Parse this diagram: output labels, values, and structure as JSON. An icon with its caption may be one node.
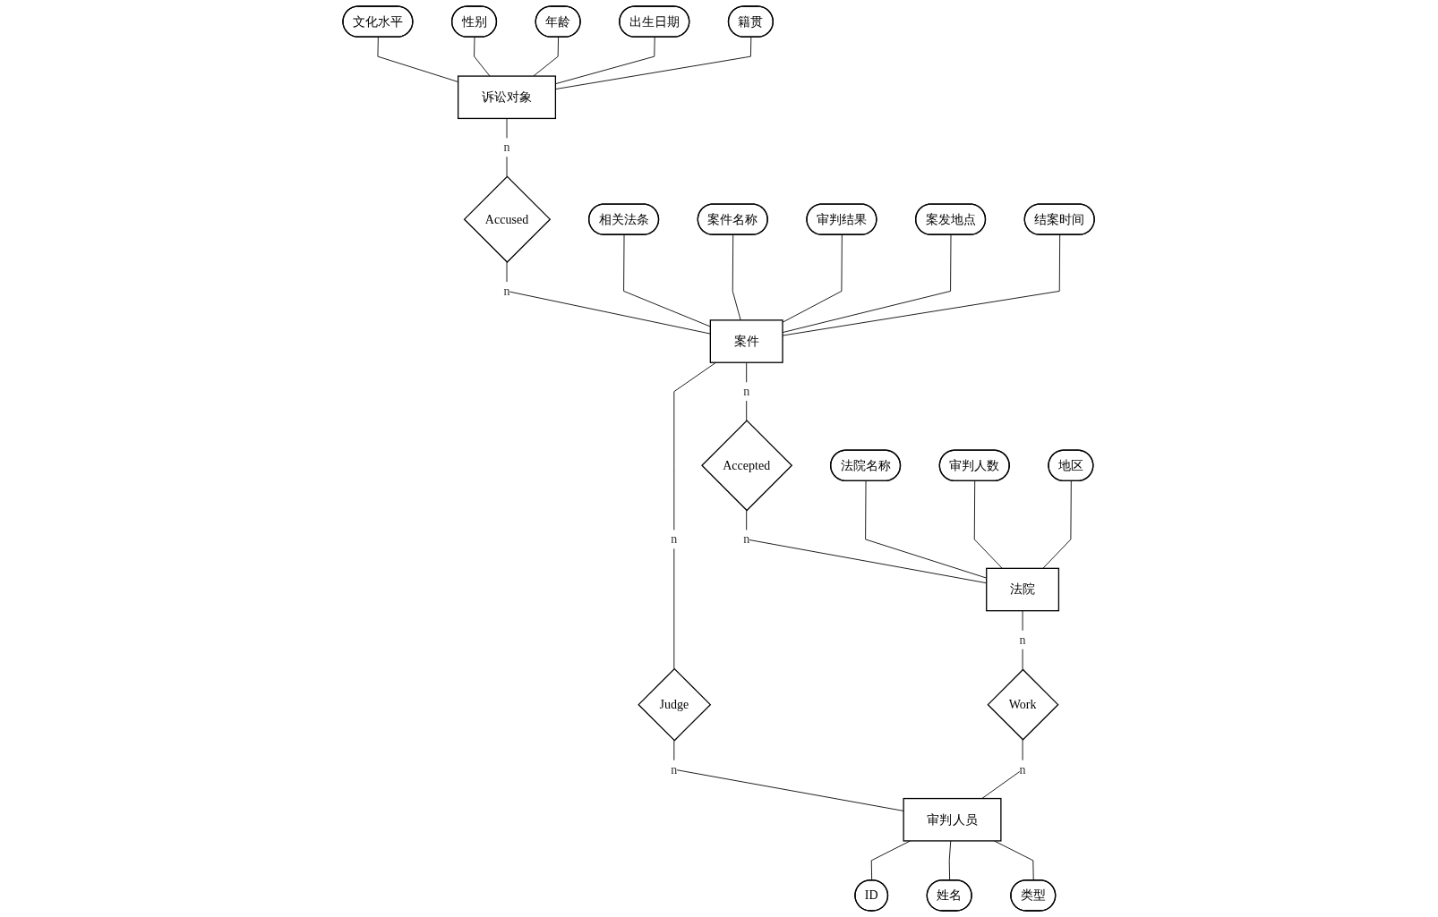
{
  "diagram": {
    "nodes": [
      {
        "text": [
          "文化水平"
        ]
      },
      {
        "text": [
          "性别"
        ]
      },
      {
        "text": [
          "相关法条"
        ]
      },
      {
        "text": [
          "案件名称"
        ]
      },
      {
        "text": [
          "审判结果"
        ]
      },
      {
        "text": [
          "年龄"
        ]
      },
      {
        "text": [
          "诉讼对象"
        ]
      },
      {
        "text": [
          "Accused"
        ]
      },
      {
        "text": [
          "案件"
        ]
      },
      {
        "text": [
          "案发地点"
        ]
      },
      {
        "text": [
          "出生日期"
        ]
      },
      {
        "text": [
          "Accepted"
        ]
      },
      {
        "text": [
          "Judge"
        ]
      },
      {
        "text": [
          "结案时间"
        ]
      },
      {
        "text": [
          "籍贯"
        ]
      },
      {
        "text": [
          "法院名称"
        ]
      },
      {
        "text": [
          "法院"
        ]
      },
      {
        "text": [
          "Work"
        ]
      },
      {
        "text": [
          "审判人员"
        ]
      },
      {
        "text": [
          "ID"
        ]
      },
      {
        "text": [
          "审判人数"
        ]
      },
      {
        "text": [
          "地区"
        ]
      },
      {
        "text": [
          "姓名"
        ]
      },
      {
        "text": [
          "类型"
        ]
      }
    ],
    "edges": [
      {
        "from": 0,
        "to": 6,
        "arrow": "none"
      },
      {
        "from": 1,
        "to": 6,
        "arrow": "none"
      },
      {
        "from": 5,
        "to": 6,
        "arrow": "none"
      },
      {
        "from": 10,
        "to": 6,
        "arrow": "none"
      },
      {
        "from": 14,
        "to": 6,
        "arrow": "none"
      },
      {
        "from": 6,
        "to": 7,
        "arrow": "none",
        "label": "n"
      },
      {
        "from": 7,
        "to": 8,
        "arrow": "none",
        "label": "n"
      },
      {
        "from": 2,
        "to": 8,
        "arrow": "none"
      },
      {
        "from": 3,
        "to": 8,
        "arrow": "none"
      },
      {
        "from": 4,
        "to": 8,
        "arrow": "none"
      },
      {
        "from": 9,
        "to": 8,
        "arrow": "none"
      },
      {
        "from": 13,
        "to": 8,
        "arrow": "none"
      },
      {
        "from": 8,
        "to": 11,
        "arrow": "none",
        "label": "n"
      },
      {
        "from": 11,
        "to": 16,
        "arrow": "none",
        "label": "n"
      },
      {
        "from": 8,
        "to": 12,
        "arrow": "none",
        "label": "n"
      },
      {
        "from": 12,
        "to": 18,
        "arrow": "none",
        "label": "n"
      },
      {
        "from": 15,
        "to": 16,
        "arrow": "none"
      },
      {
        "from": 20,
        "to": 16,
        "arrow": "none"
      },
      {
        "from": 21,
        "to": 16,
        "arrow": "none"
      },
      {
        "from": 16,
        "to": 17,
        "arrow": "none",
        "label": "n"
      },
      {
        "from": 17,
        "to": 18,
        "arrow": "none",
        "label": "n"
      },
      {
        "from": 18,
        "to": 19,
        "arrow": "none"
      },
      {
        "from": 18,
        "to": 22,
        "arrow": "none"
      },
      {
        "from": 18,
        "to": 23,
        "arrow": "none"
      }
    ]
  }
}
